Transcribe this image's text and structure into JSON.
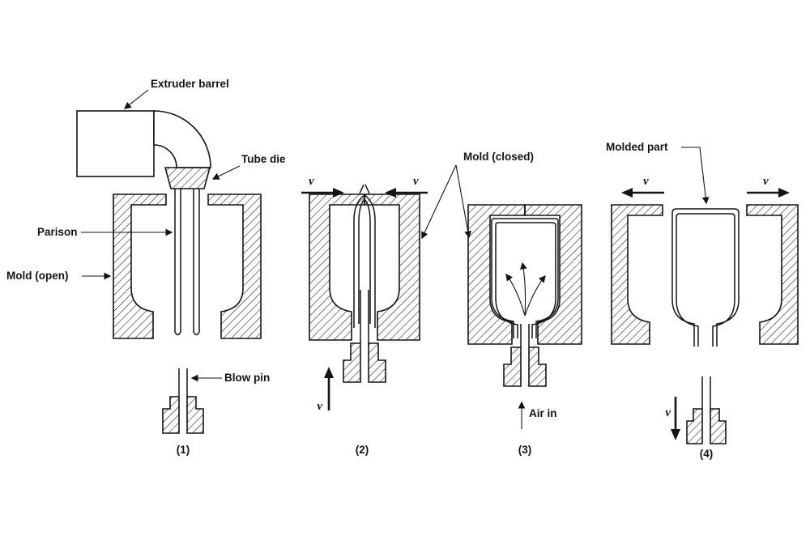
{
  "figure": {
    "background": "#ffffff",
    "ink": "#141414"
  },
  "labels": {
    "extruder_barrel": "Extruder barrel",
    "tube_die": "Tube die",
    "parison": "Parison",
    "mold_open": "Mold (open)",
    "blow_pin": "Blow pin",
    "mold_closed": "Mold (closed)",
    "air_in": "Air in",
    "molded_part": "Molded part",
    "velocity": "v"
  },
  "stages": [
    {
      "number": "(1)"
    },
    {
      "number": "(2)"
    },
    {
      "number": "(3)"
    },
    {
      "number": "(4)"
    }
  ]
}
